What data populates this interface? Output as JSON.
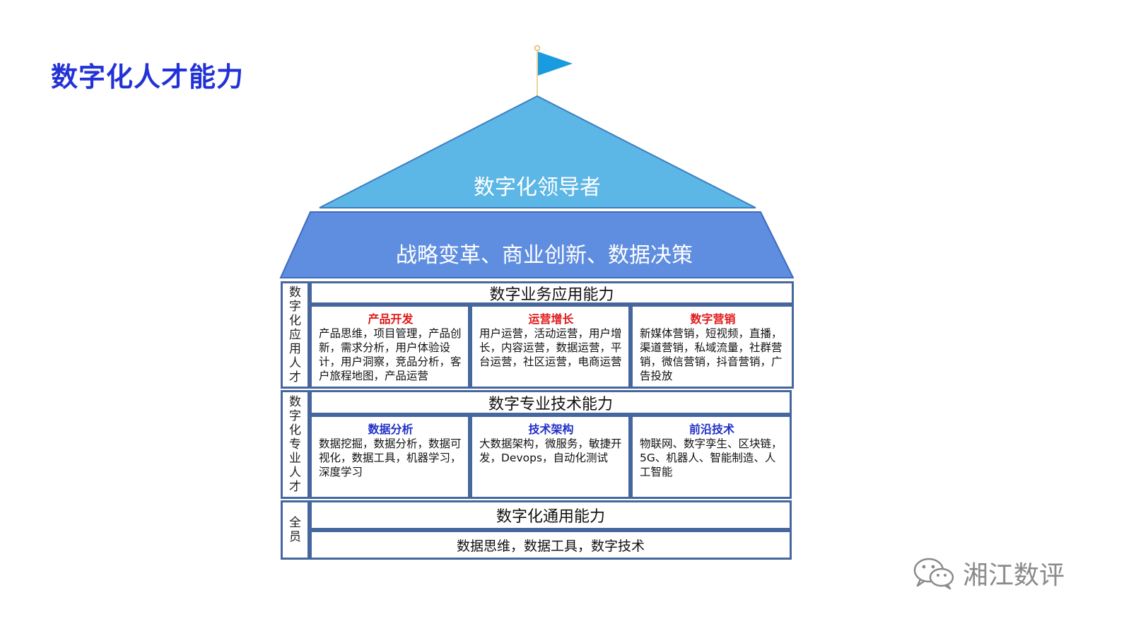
{
  "page_title": "数字化人才能力",
  "colors": {
    "title": "#2332d6",
    "leader_roof": "#5cb6e6",
    "strategy_band": "#5f8ee0",
    "frame": "#45679e",
    "flag": "#1a9be0",
    "red_heading": "#e01919",
    "blue_heading": "#2030c8"
  },
  "roof": {
    "leader_label": "数字化领导者",
    "strategy_label": "战略变革、商业创新、数据决策",
    "flag_icon": "flag-icon"
  },
  "application": {
    "side_label": [
      "数",
      "字",
      "化",
      "应",
      "用",
      "人",
      "才"
    ],
    "header": "数字业务应用能力",
    "cells": [
      {
        "title": "产品开发",
        "body": "产品思维，项目管理，产品创新，需求分析，用户体验设计，用户洞察，竞品分析，客户旅程地图，产品运营"
      },
      {
        "title": "运营增长",
        "body": "用户运营，活动运营，用户增长，内容运营，数据运营，平台运营，社区运营，电商运营"
      },
      {
        "title": "数字营销",
        "body": "新媒体营销，短视频，直播，渠道营销，私域流量，社群营销，微信营销，抖音营销，广告投放"
      }
    ]
  },
  "professional": {
    "side_label": [
      "数",
      "字",
      "化",
      "专",
      "业",
      "人",
      "才"
    ],
    "header": "数字专业技术能力",
    "cells": [
      {
        "title": "数据分析",
        "body": "数据挖掘，数据分析，数据可视化，数据工具，机器学习，深度学习"
      },
      {
        "title": "技术架构",
        "body": "大数据架构，微服务，敏捷开发，Devops，自动化测试"
      },
      {
        "title": "前沿技术",
        "body": "物联网、数字孪生、区块链，5G、机器人、智能制造、人工智能"
      }
    ]
  },
  "general": {
    "side_label": [
      "全",
      "员"
    ],
    "header": "数字化通用能力",
    "content": "数据思维，数据工具，数字技术"
  },
  "watermark": {
    "icon": "wechat-icon",
    "text": "湘江数评"
  }
}
